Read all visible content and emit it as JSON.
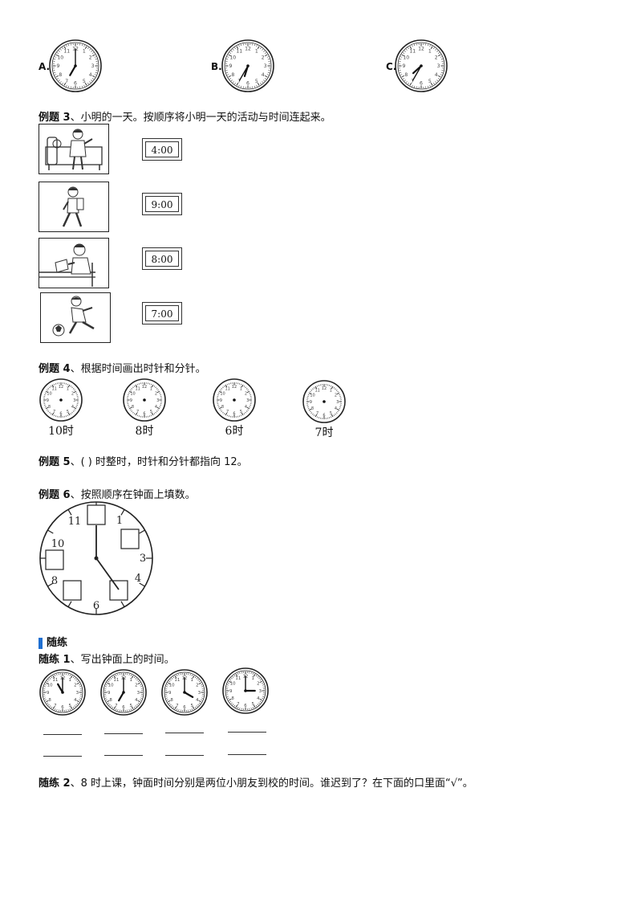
{
  "top_options": [
    {
      "label": "A.",
      "hour": 7,
      "minute": 0
    },
    {
      "label": "B.",
      "hour": 6,
      "minute": 35
    },
    {
      "label": "C.",
      "hour": 7,
      "minute": 35
    }
  ],
  "example3": {
    "prefix": "例题 3",
    "text": "、小明的一天。按顺序将小明一天的活动与时间连起来。",
    "times": [
      "4:00",
      "9:00",
      "8:00",
      "7:00"
    ],
    "scenes": [
      "bed-scene",
      "walking-scene",
      "reading-scene",
      "soccer-scene"
    ]
  },
  "example4": {
    "prefix": "例题 4",
    "text": "、根据时间画出时针和分针。",
    "captions": [
      "10时",
      "8时",
      "6时",
      "7时"
    ]
  },
  "example5": {
    "prefix": "例题 5",
    "text": "、(        ) 时整时，时针和分针都指向 12。"
  },
  "example6": {
    "prefix": "例题 6",
    "text": "、按照顺序在钟面上填数。",
    "shown_numbers": [
      "11",
      "1",
      "3",
      "4",
      "6",
      "8",
      "10"
    ]
  },
  "practice": {
    "heading": "随练",
    "p1_prefix": "随练 1",
    "p1_text": "、写出钟面上的时间。",
    "p1_clocks": [
      {
        "hour": 11,
        "minute": 0
      },
      {
        "hour": 7,
        "minute": 0
      },
      {
        "hour": 4,
        "minute": 0
      },
      {
        "hour": 3,
        "minute": 0
      }
    ],
    "p2_prefix": "随练 2",
    "p2_text": "、8 时上课，钟面时间分别是两位小朋友到校的时间。谁迟到了？在下面的口里面“√”。"
  }
}
